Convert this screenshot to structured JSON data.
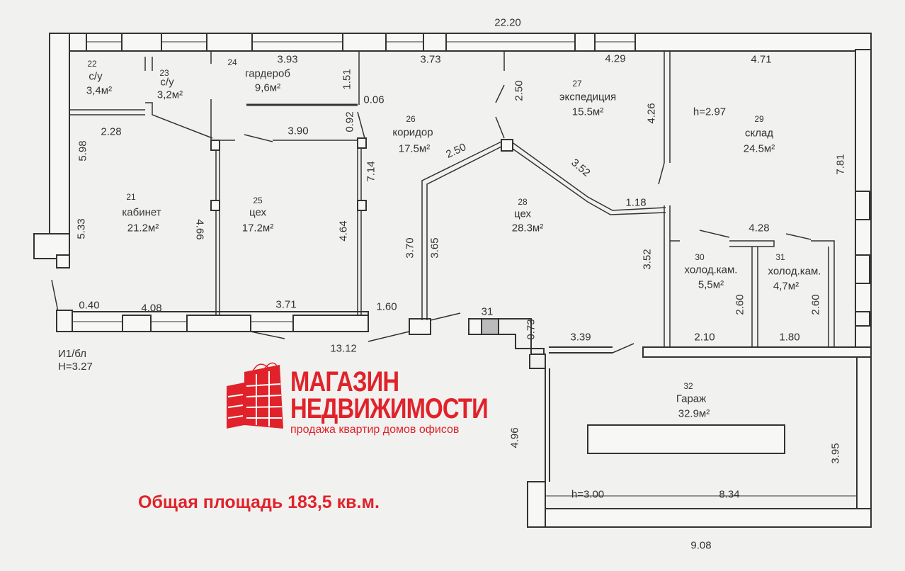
{
  "rooms": [
    {
      "no": "22",
      "name": "с/у",
      "area": "3,4м²"
    },
    {
      "no": "23",
      "name": "с/у",
      "area": "3,2м²"
    },
    {
      "no": "24",
      "name": "гардероб",
      "area": "9,6м²"
    },
    {
      "no": "26",
      "name": "коридор",
      "area": "17.5м²"
    },
    {
      "no": "27",
      "name": "экспедиция",
      "area": "15.5м²"
    },
    {
      "no": "29",
      "name": "склад",
      "area": "24.5м²"
    },
    {
      "no": "21",
      "name": "кабинет",
      "area": "21.2м²"
    },
    {
      "no": "25",
      "name": "цех",
      "area": "17.2м²"
    },
    {
      "no": "28",
      "name": "цех",
      "area": "28.3м²"
    },
    {
      "no": "30",
      "name": "холод.кам.",
      "area": "5,5м²"
    },
    {
      "no": "31",
      "name": "холод.кам.",
      "area": "4,7м²"
    },
    {
      "no": "32",
      "name": "Гараж",
      "area": "32.9м²"
    }
  ],
  "dims": {
    "top_total": "22.20",
    "d393": "3.93",
    "d373": "3.73",
    "d429": "4.29",
    "d471": "4.71",
    "d151": "1.51",
    "d006": "0.06",
    "d092": "0.92",
    "d250a": "2.50",
    "d426": "4.26",
    "h297": "h=2.97",
    "d228": "2.28",
    "d390": "3.90",
    "d598": "5.98",
    "d714": "7.14",
    "d250b": "2.50",
    "d352a": "3.52",
    "d781": "7.81",
    "d533": "5.33",
    "d466": "4.66",
    "d464": "4.64",
    "d118": "1.18",
    "d428": "4.28",
    "d370": "3.70",
    "d365": "3.65",
    "d352b": "3.52",
    "d260a": "2.60",
    "d260b": "2.60",
    "d040": "0.40",
    "d408": "4.08",
    "d371": "3.71",
    "d160": "1.60",
    "n31": "31",
    "d073": "0.73",
    "d339": "3.39",
    "d210": "2.10",
    "d180": "1.80",
    "d1312": "13.12",
    "d496": "4.96",
    "d395": "3.95",
    "h300": "h=3.00",
    "d834": "8.34",
    "d908": "9.08"
  },
  "note": {
    "line1": "И1/бл",
    "line2": "H=3.27"
  },
  "brand": {
    "line1": "МАГАЗИН",
    "line2": "НЕДВИЖИМОСТИ",
    "tagline": "продажа квартир домов офисов",
    "color": "#e1222b"
  },
  "total_area": "Общая площадь 183,5 кв.м."
}
